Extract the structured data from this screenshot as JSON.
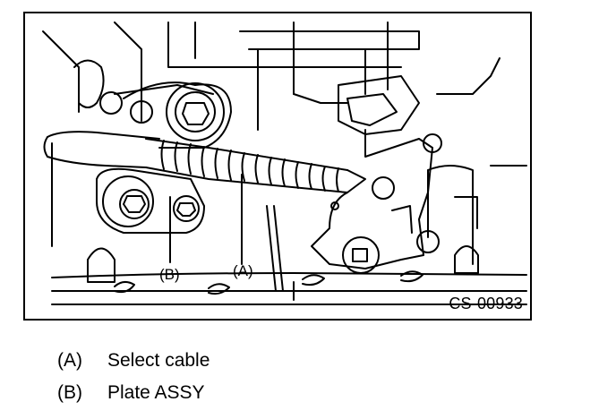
{
  "figure": {
    "code": "CS-00933",
    "callouts": {
      "a": "(A)",
      "b": "(B)"
    }
  },
  "legend": [
    {
      "key": "(A)",
      "label": "Select cable"
    },
    {
      "key": "(B)",
      "label": "Plate ASSY"
    }
  ]
}
